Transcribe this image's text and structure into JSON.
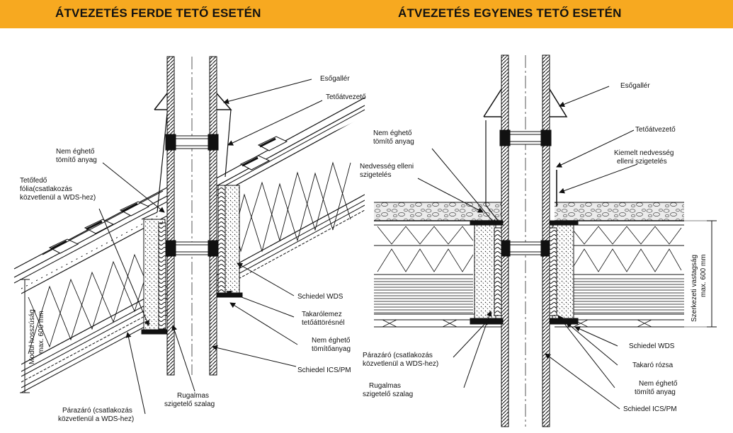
{
  "titles": {
    "left": "ÁTVEZETÉS FERDE TETŐ ESETÉN",
    "right": "ÁTVEZETÉS EGYENES TETŐ ESETÉN"
  },
  "colors": {
    "header_bar": "#f7a920",
    "line": "#111111",
    "gravel": "#e6e6e6"
  },
  "left_labels": {
    "esogaller": "Esőgallér",
    "tetoatvezeto": "Tetőátvezető",
    "nem_egheto_1": "Nem éghető",
    "nem_egheto_2": "tömítő anyag",
    "tetofedo_1": "Tetőfedő",
    "tetofedo_2": "fólia(csatlakozás",
    "tetofedo_3": "közvetlenül a WDS-hez)",
    "wds": "Schiedel WDS",
    "takaro_1": "Takarólemez",
    "takaro_2": "tetőáttörésnél",
    "nem_egheto_b1": "Nem éghető",
    "nem_egheto_b2": "tömítőanyag",
    "ics": "Schiedel ICS/PM",
    "rugalmas_1": "Rugalmas",
    "rugalmas_2": "szigetelő szalag",
    "parazaro_1": "Párazáró (csatlakozás",
    "parazaro_2": "közvetlenül a WDS-hez)",
    "modul": "Modul hosszúság",
    "modul_max": "max. 600 mm"
  },
  "right_labels": {
    "esogaller": "Esőgallér",
    "tetoatvezeto": "Tetőátvezető",
    "kiemelt_1": "Kiemelt nedvesség",
    "kiemelt_2": "elleni szigetelés",
    "nem_egheto_1": "Nem éghető",
    "nem_egheto_2": "tömítő anyag",
    "nedv_1": "Nedvesség elleni",
    "nedv_2": "szigetelés",
    "parazaro_1": "Párazáró (csatlakozás",
    "parazaro_2": "közvetlenül a WDS-hez)",
    "rugalmas_1": "Rugalmas",
    "rugalmas_2": "szigetelő szalag",
    "wds": "Schiedel WDS",
    "rozsa": "Takaró rózsa",
    "nem_egheto_b1": "Nem éghető",
    "nem_egheto_b2": "tömítő anyag",
    "ics": "Schiedel ICS/PM",
    "szerk_1": "Szerkezeti vastagság",
    "szerk_2": "max. 600 mm"
  }
}
